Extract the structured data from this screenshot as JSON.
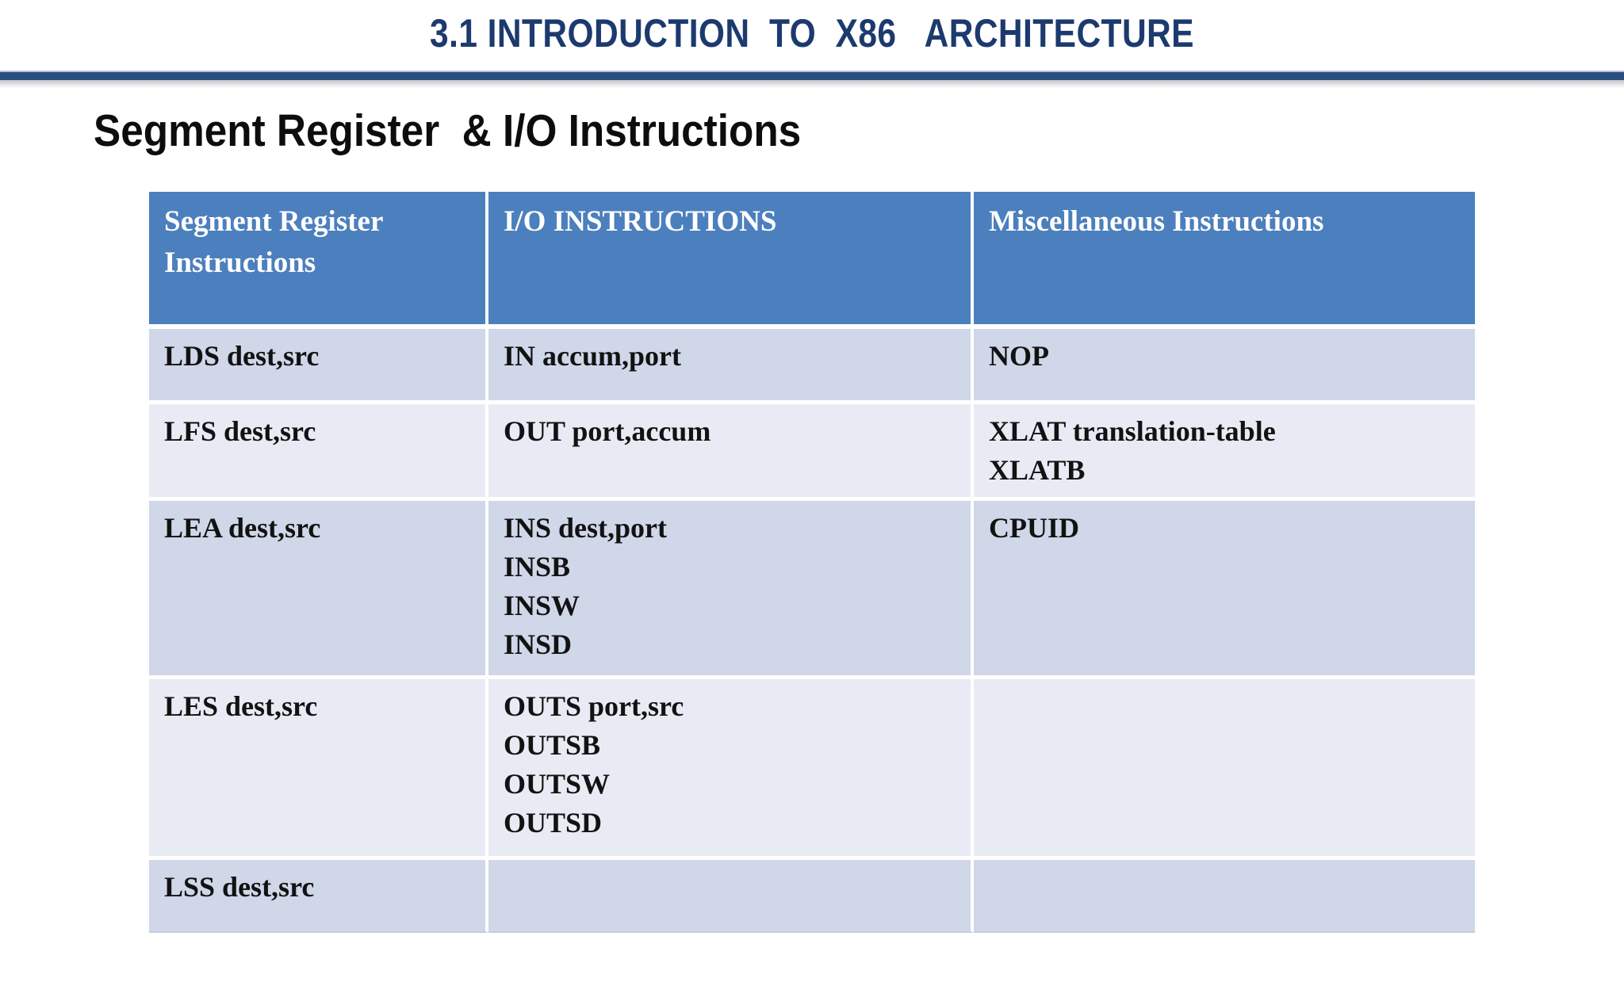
{
  "header": {
    "title": "3.1 INTRODUCTION  TO  X86   ARCHITECTURE"
  },
  "section": {
    "heading": "Segment Register  & I/O Instructions"
  },
  "table": {
    "columns": [
      "Segment Register Instructions",
      "I/O INSTRUCTIONS",
      "Miscellaneous Instructions"
    ],
    "rows": [
      {
        "cells": [
          [
            "LDS dest,src"
          ],
          [
            "IN accum,port"
          ],
          [
            "NOP"
          ]
        ]
      },
      {
        "cells": [
          [
            "LFS dest,src"
          ],
          [
            "OUT port,accum"
          ],
          [
            "XLAT translation-table",
            "XLATB"
          ]
        ]
      },
      {
        "cells": [
          [
            "LEA dest,src"
          ],
          [
            "INS dest,port",
            "INSB",
            "INSW",
            "INSD"
          ],
          [
            "CPUID"
          ]
        ]
      },
      {
        "cells": [
          [
            "LES dest,src"
          ],
          [
            "OUTS port,src",
            "OUTSB",
            "OUTSW",
            "OUTSD"
          ],
          [
            ""
          ]
        ]
      },
      {
        "cells": [
          [
            "LSS dest,src"
          ],
          [
            ""
          ],
          [
            ""
          ]
        ]
      }
    ]
  },
  "colors": {
    "title_text": "#1C3A6E",
    "divider_bar": "#2B4E7E",
    "table_header_bg": "#4C7FBD",
    "table_header_text": "#FFFFFF",
    "row_band_dark": "#CFD7E8",
    "row_band_light": "#E9EBF4",
    "body_text": "#121212",
    "background": "#FFFFFF"
  }
}
